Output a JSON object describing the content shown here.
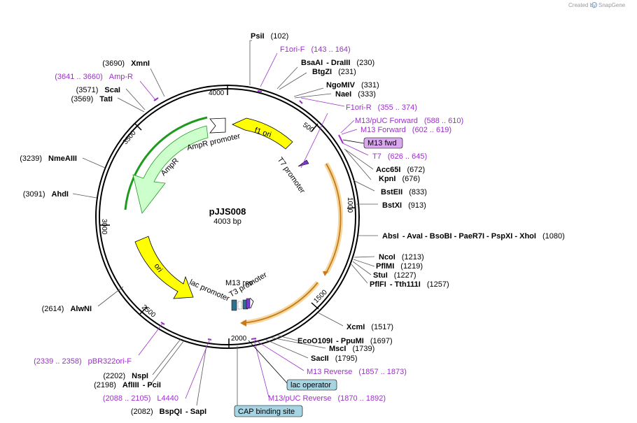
{
  "credit": "Created by",
  "credit_brand": "SnapGene",
  "plasmid": {
    "name": "pJJS008",
    "size": "4003 bp"
  },
  "ticks": [
    "4000",
    "500",
    "1000",
    "1500",
    "2000",
    "2500",
    "3000",
    "3500"
  ],
  "sites": [
    {
      "enz": "PsiI",
      "pos": "(102)"
    },
    {
      "enz": "BsaAI",
      "sep": "- DraIII",
      "pos": "(230)"
    },
    {
      "enz": "BtgZI",
      "pos": "(231)"
    },
    {
      "enz": "NgoMIV",
      "pos": "(331)"
    },
    {
      "enz": "NaeI",
      "pos": "(333)"
    },
    {
      "enz": "Acc65I",
      "pos": "(672)"
    },
    {
      "enz": "KpnI",
      "pos": "(676)"
    },
    {
      "enz": "BstEII",
      "pos": "(833)"
    },
    {
      "enz": "BstXI",
      "pos": "(913)"
    },
    {
      "enz": "AbsI",
      "sep": "- AvaI - BsoBI - PaeR7I - PspXI - XhoI",
      "pos": "(1080)"
    },
    {
      "enz": "NcoI",
      "pos": "(1213)"
    },
    {
      "enz": "PflMI",
      "pos": "(1219)"
    },
    {
      "enz": "StuI",
      "pos": "(1227)"
    },
    {
      "enz": "PflFI",
      "sep": "- Tth111I",
      "pos": "(1257)"
    },
    {
      "enz": "XcmI",
      "pos": "(1517)"
    },
    {
      "enz": "EcoO109I",
      "sep": "- PpuMI",
      "pos": "(1697)"
    },
    {
      "enz": "MscI",
      "pos": "(1739)"
    },
    {
      "enz": "SacII",
      "pos": "(1795)"
    },
    {
      "enz": "XmnI",
      "pos": "(3690)"
    },
    {
      "enz": "ScaI",
      "pos": "(3571)"
    },
    {
      "enz": "TatI",
      "pos": "(3569)"
    },
    {
      "enz": "NmeAIII",
      "pos": "(3239)"
    },
    {
      "enz": "AhdI",
      "pos": "(3091)"
    },
    {
      "enz": "AlwNI",
      "pos": "(2614)"
    },
    {
      "enz": "NspI",
      "pos": "(2202)"
    },
    {
      "enz": "AflIII",
      "sep": "- PciI",
      "pos": "(2198)"
    },
    {
      "enz": "BspQI",
      "sep": "- SapI",
      "pos": "(2082)"
    }
  ],
  "primers": [
    {
      "name": "F1ori-F",
      "range": "(143 .. 164)"
    },
    {
      "name": "F1ori-R",
      "range": "(355 .. 374)"
    },
    {
      "name": "M13/pUC Forward",
      "range": "(588 .. 610)"
    },
    {
      "name": "M13 Forward",
      "range": "(602 .. 619)"
    },
    {
      "name": "T7",
      "range": "(626 .. 645)"
    },
    {
      "name": "Amp-R",
      "range": "(3641 .. 3660)"
    },
    {
      "name": "pBR322ori-F",
      "range": "(2339 .. 2358)"
    },
    {
      "name": "L4440",
      "range": "(2088 .. 2105)"
    },
    {
      "name": "M13 Reverse",
      "range": "(1857 .. 1873)"
    },
    {
      "name": "M13/pUC Reverse",
      "range": "(1870 .. 1892)"
    }
  ],
  "boxed": {
    "m13fwd": "M13 fwd",
    "lacop": "lac operator",
    "cap": "CAP binding site"
  },
  "features": {
    "f1ori": "f1 ori",
    "ampr_prom": "AmpR promoter",
    "ampr": "AmpR",
    "t7prom": "T7 promoter",
    "ori": "ori",
    "lacprom": "lac promoter",
    "m13rev": "M13 rev",
    "t3prom": "T3 promoter"
  },
  "colors": {
    "enzyme_text": "#000000",
    "primer_text": "#9b30c8",
    "m13fwd_box": "#d9a8ef",
    "lac_box": "#a6d4e2",
    "ori_fill": "#ffff00",
    "ampr_fill": "#ccffcc",
    "ampr_outline": "#1f9a1f",
    "orf_fill": "#c77b16",
    "orf_glow": "#f6d7a0"
  }
}
